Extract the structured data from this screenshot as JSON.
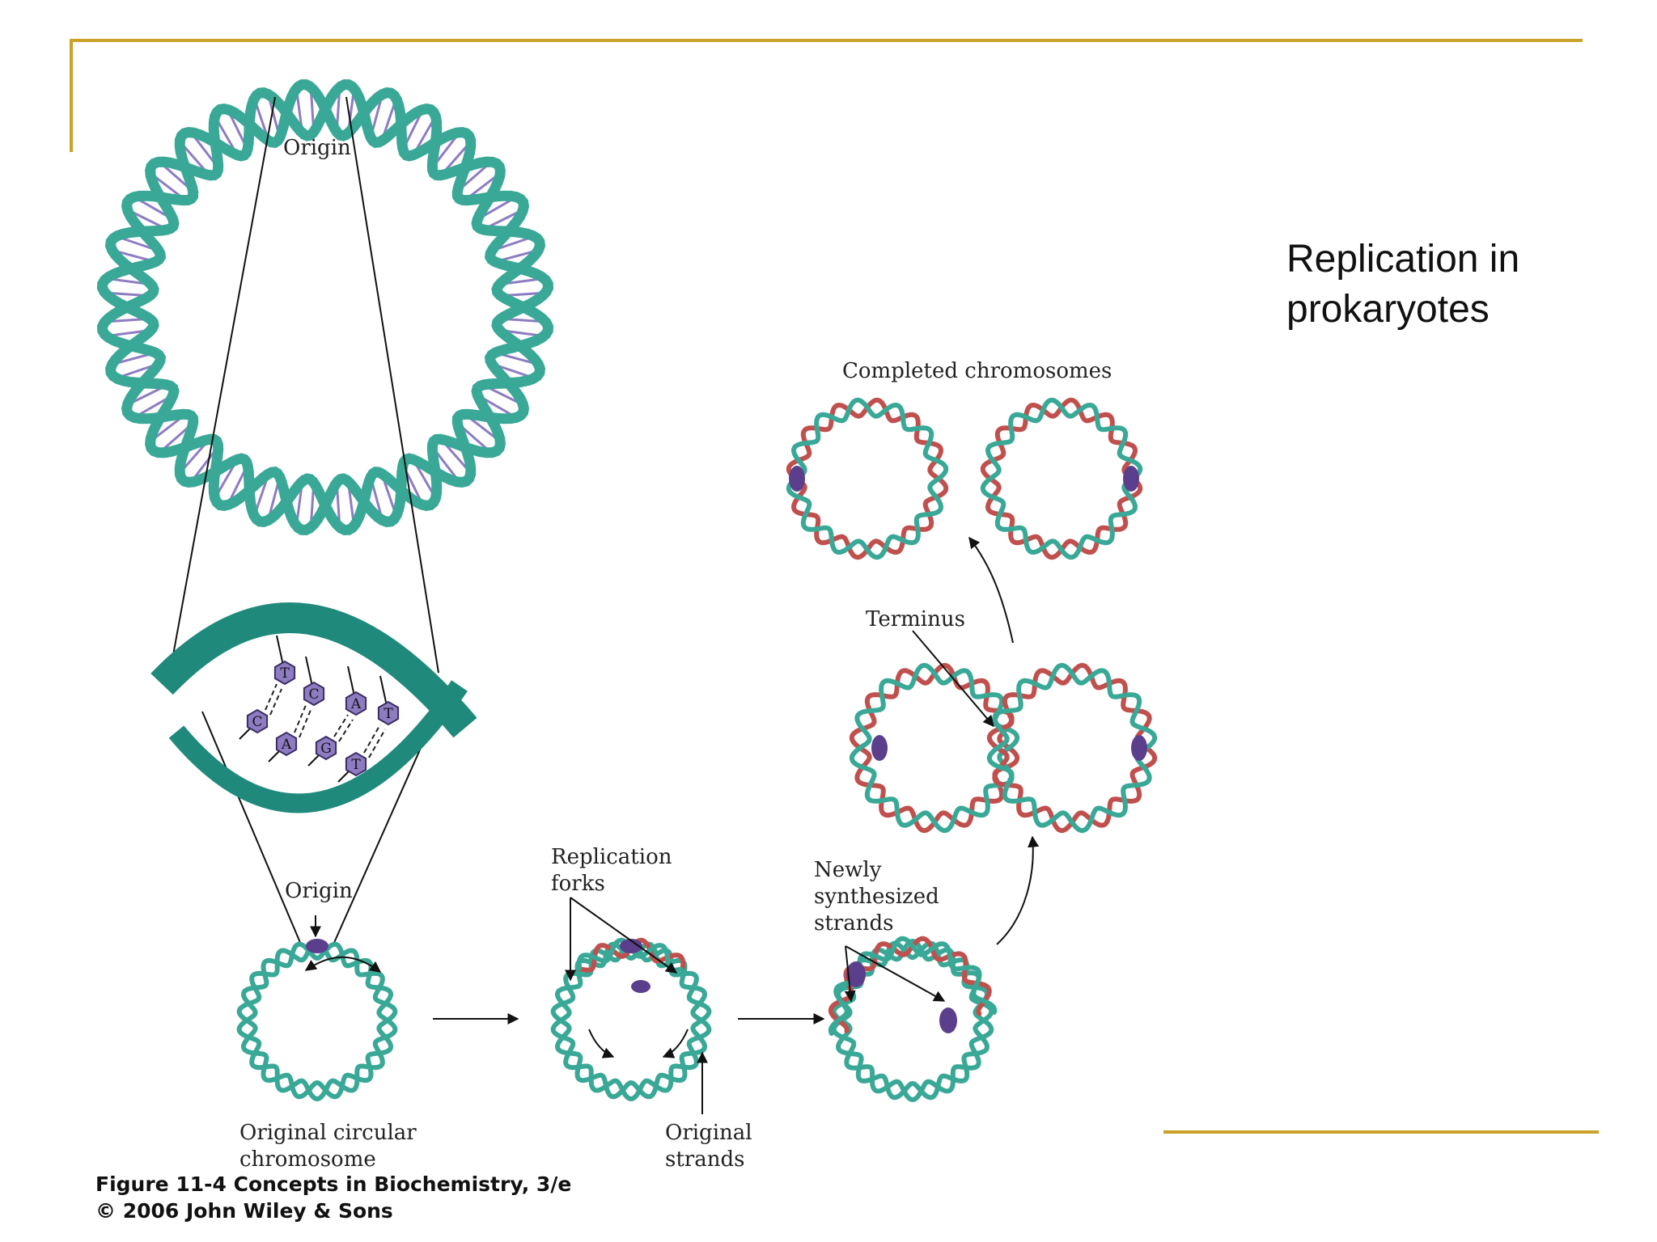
{
  "slide": {
    "title": "Replication in prokaryotes",
    "accent_color": "#C9A227"
  },
  "figure": {
    "caption_line1": "Figure 11-4  Concepts in Biochemistry, 3/e",
    "caption_line2": "© 2006 John Wiley & Sons",
    "colors": {
      "original_strand": "#3AA897",
      "original_strand_dark": "#1F8A7C",
      "new_strand": "#C0504D",
      "base_pair": "#8E7CC3",
      "origin_marker": "#5B3F8C",
      "arrow": "#111111"
    },
    "labels": {
      "origin_top": "Origin",
      "completed_chromosomes": "Completed chromosomes",
      "terminus": "Terminus",
      "replication": "Replication",
      "forks": "forks",
      "newly": "Newly",
      "synthesized": "synthesized",
      "strands": "strands",
      "origin_bottom": "Origin",
      "original_circular": "Original circular",
      "chromosome": "chromosome",
      "original": "Original",
      "original_strands": "strands"
    },
    "bases": [
      "C",
      "T",
      "A",
      "C",
      "G",
      "A",
      "T",
      "T"
    ]
  }
}
